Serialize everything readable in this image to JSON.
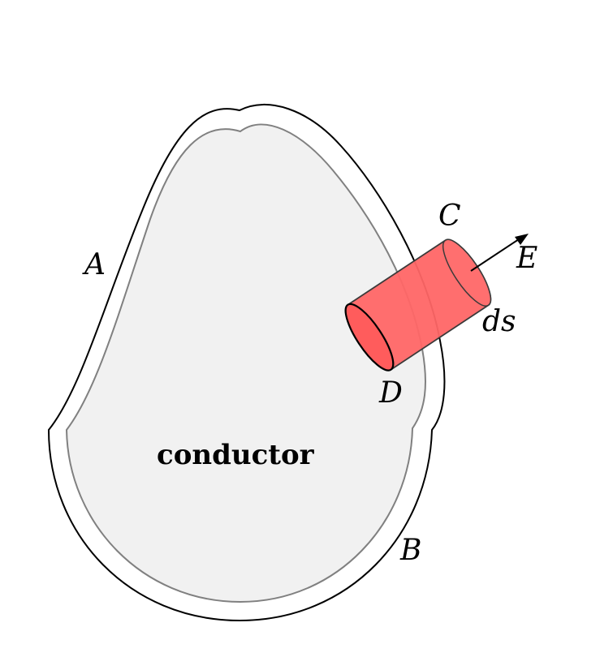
{
  "diagram": {
    "conductor_label": "conductor",
    "label_a": "A",
    "label_b": "B",
    "label_c": "C",
    "label_d": "D",
    "label_e": "E",
    "label_ds": "ds"
  },
  "colors": {
    "conductor_fill": "#f1f1f1",
    "conductor_edge": "#808080",
    "outer_surface": "#000000",
    "cylinder_fill": "#ff6666",
    "cylinder_edge": "#3a3a3a",
    "arrow": "#000000"
  }
}
